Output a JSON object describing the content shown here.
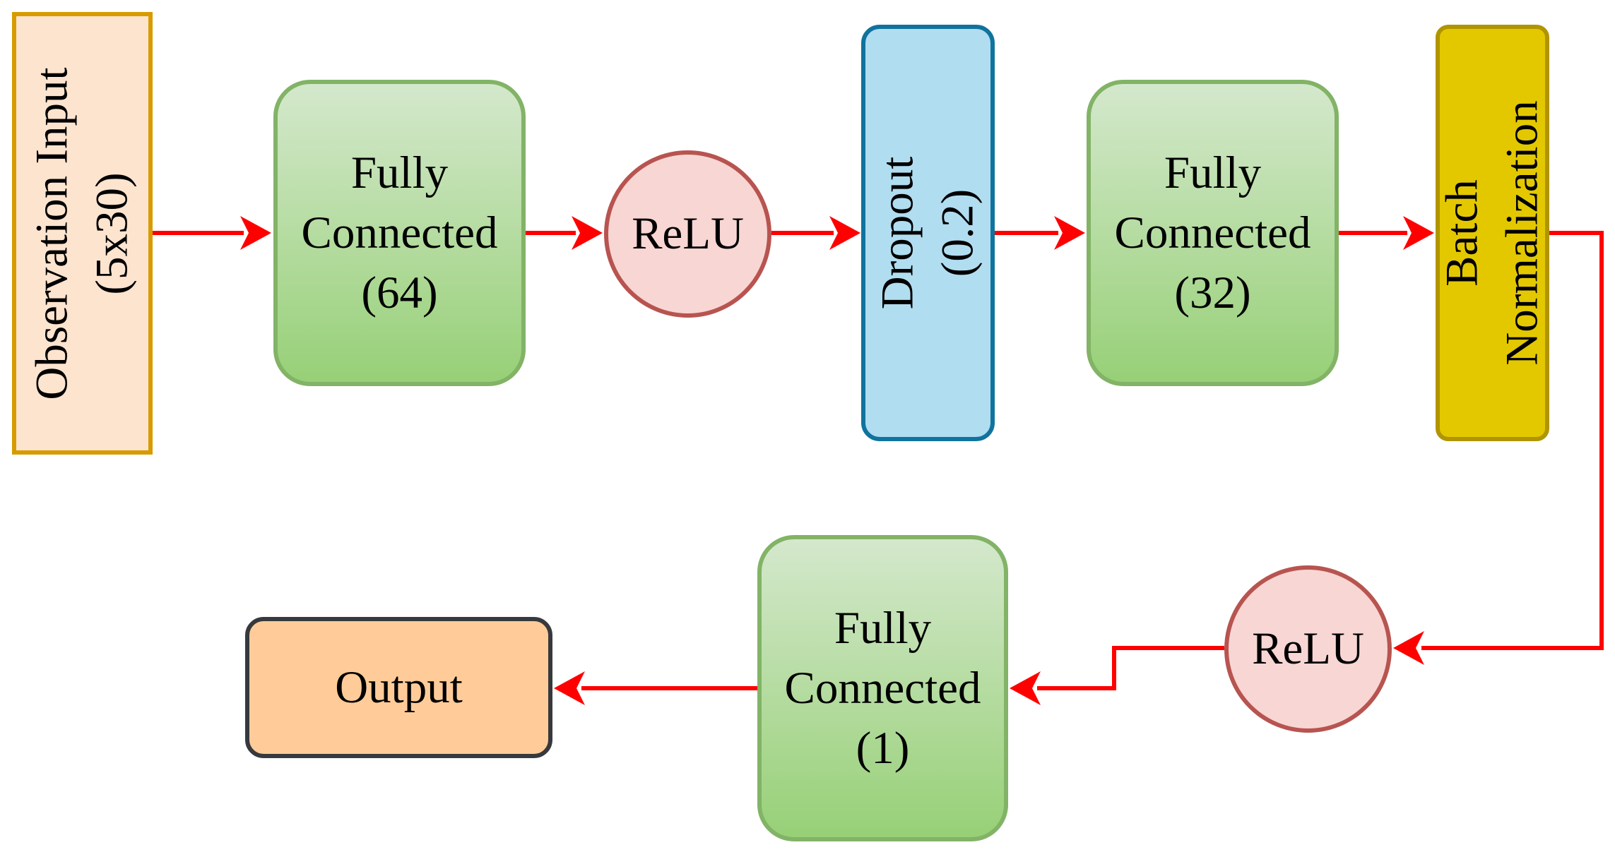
{
  "diagram": {
    "input": {
      "line1": "Observation Input",
      "line2": "(5x30)"
    },
    "fc_64": {
      "line1": "Fully",
      "line2": "Connected",
      "line3": "(64)"
    },
    "relu_1": {
      "label": "ReLU"
    },
    "dropout": {
      "line1": "Dropout",
      "line2": "(0.2)"
    },
    "fc_32": {
      "line1": "Fully",
      "line2": "Connected",
      "line3": "(32)"
    },
    "batch_norm": {
      "line1": "Batch",
      "line2": "Normalization"
    },
    "relu_2": {
      "label": "ReLU"
    },
    "fc_1": {
      "line1": "Fully",
      "line2": "Connected",
      "line3": "(1)"
    },
    "output": {
      "label": "Output"
    }
  },
  "colors": {
    "arrow": "#ff0000",
    "input_fill": "#fde4cf",
    "input_border": "#d79b00",
    "fc_fill_top": "#d4e8cc",
    "fc_fill_bottom": "#97d077",
    "fc_border": "#82b366",
    "relu_fill": "#f8d6d4",
    "relu_border": "#b85450",
    "dropout_fill": "#b1ddf0",
    "dropout_border": "#10739e",
    "batchnorm_fill": "#e3c800",
    "batchnorm_border": "#b09500",
    "output_fill": "#ffcc99",
    "output_border": "#36393d"
  }
}
